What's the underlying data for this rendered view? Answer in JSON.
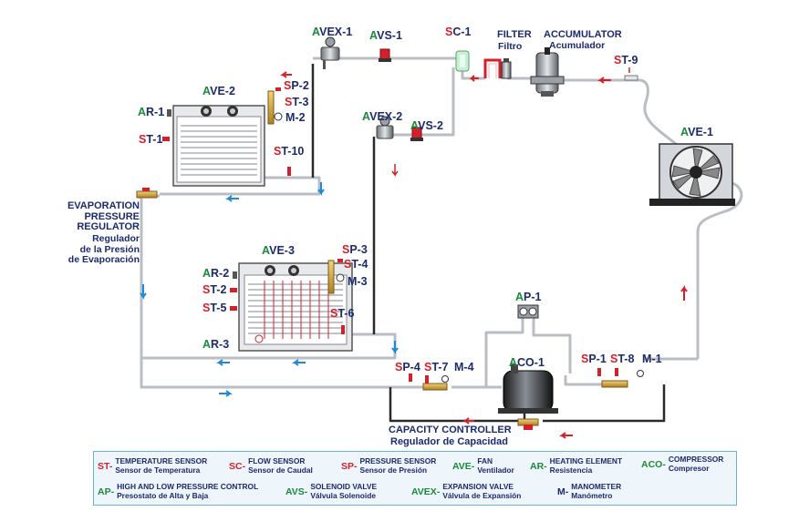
{
  "colors": {
    "tag_letter": "#d4202a",
    "tag_green": "#1a8a3a",
    "tag_text": "#1c2a6e",
    "pipe": "#b9bec4",
    "pipe_dark": "#2a2a2a",
    "hot_pipe": "#d4202a",
    "flow_arrow_red": "#d4202a",
    "flow_arrow_blue": "#1e8ad6"
  },
  "labels": {
    "avex1": {
      "first": "A",
      "rest": "VEX-1"
    },
    "avs1": {
      "first": "A",
      "rest": "VS-1"
    },
    "sc1": {
      "first": "S",
      "rest": "C-1"
    },
    "filter": "FILTER",
    "filtro": "Filtro",
    "accumulator": "ACCUMULATOR",
    "acumulador": "Acumulador",
    "st9": {
      "first": "S",
      "rest": "T-9"
    },
    "ave2": {
      "first": "A",
      "rest": "VE-2"
    },
    "sp2": {
      "first": "S",
      "rest": "P-2"
    },
    "st3": {
      "first": "S",
      "rest": "T-3"
    },
    "m2": "M-2",
    "ar1": {
      "first": "A",
      "rest": "R-1"
    },
    "st1": {
      "first": "S",
      "rest": "T-1"
    },
    "st10": {
      "first": "S",
      "rest": "T-10"
    },
    "avex2": {
      "first": "A",
      "rest": "VEX-2"
    },
    "avs2": {
      "first": "A",
      "rest": "VS-2"
    },
    "ave1": {
      "first": "A",
      "rest": "VE-1"
    },
    "epr_en_1": "EVAPORATION",
    "epr_en_2": "PRESSURE",
    "epr_en_3": "REGULATOR",
    "epr_es_1": "Regulador",
    "epr_es_2": "de la Presión",
    "epr_es_3": "de Evaporación",
    "ave3": {
      "first": "A",
      "rest": "VE-3"
    },
    "sp3": {
      "first": "S",
      "rest": "P-3"
    },
    "st4": {
      "first": "S",
      "rest": "T-4"
    },
    "m3": "M-3",
    "ar2": {
      "first": "A",
      "rest": "R-2"
    },
    "st2": {
      "first": "S",
      "rest": "T-2"
    },
    "st5": {
      "first": "S",
      "rest": "T-5"
    },
    "st6": {
      "first": "S",
      "rest": "T-6"
    },
    "ar3": {
      "first": "A",
      "rest": "R-3"
    },
    "ap1": {
      "first": "A",
      "rest": "P-1"
    },
    "aco1": {
      "first": "A",
      "rest": "CO-1"
    },
    "sp4": {
      "first": "S",
      "rest": "P-4"
    },
    "st7": {
      "first": "S",
      "rest": "T-7"
    },
    "m4": "M-4",
    "sp1": {
      "first": "S",
      "rest": "P-1"
    },
    "st8": {
      "first": "S",
      "rest": "T-8"
    },
    "m1": "M-1",
    "capacity_en": "CAPACITY CONTROLLER",
    "capacity_es": "Regulador de Capacidad"
  },
  "legend": [
    {
      "abbr": "ST-",
      "abbr_color": "#d4202a",
      "en": "TEMPERATURE SENSOR",
      "es": "Sensor de Temperatura"
    },
    {
      "abbr": "SC-",
      "abbr_color": "#d4202a",
      "en": "FLOW SENSOR",
      "es": "Sensor de Caudal"
    },
    {
      "abbr": "SP-",
      "abbr_color": "#d4202a",
      "en": "PRESSURE SENSOR",
      "es": "Sensor de Presión"
    },
    {
      "abbr": "AVE-",
      "abbr_color": "#1a8a3a",
      "en": "FAN",
      "es": "Ventilador"
    },
    {
      "abbr": "AR-",
      "abbr_color": "#1a8a3a",
      "en": "HEATING ELEMENT",
      "es": "Resistencia"
    },
    {
      "abbr": "ACO-",
      "abbr_color": "#1a8a3a",
      "en": "COMPRESSOR",
      "es": "Compresor"
    },
    {
      "abbr": "AP-",
      "abbr_color": "#1a8a3a",
      "en": "HIGH AND LOW PRESSURE CONTROL",
      "es": "Presostato de Alta y Baja"
    },
    {
      "abbr": "AVS-",
      "abbr_color": "#1a8a3a",
      "en": "SOLENOID VALVE",
      "es": "Válvula Solenoide"
    },
    {
      "abbr": "AVEX-",
      "abbr_color": "#1a8a3a",
      "en": "EXPANSION VALVE",
      "es": "Válvula de Expansión"
    },
    {
      "abbr": "M-",
      "abbr_color": "#1c2a6e",
      "en": "MANOMETER",
      "es": "Manómetro"
    }
  ]
}
